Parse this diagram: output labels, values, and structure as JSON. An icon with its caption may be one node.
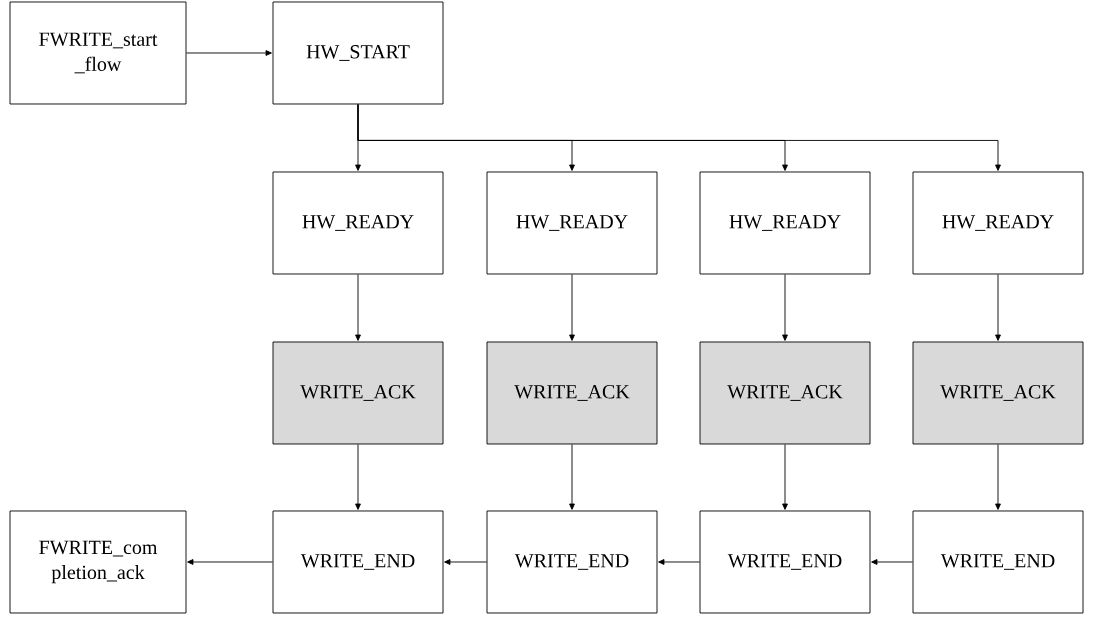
{
  "diagram": {
    "nodes": [
      {
        "text": [
          "FWRITE_start _flow"
        ]
      },
      {
        "text": [
          "HW_START"
        ]
      },
      {
        "text": [
          "HW_READY"
        ]
      },
      {
        "text": [
          "HW_READY"
        ]
      },
      {
        "text": [
          "HW_READY"
        ]
      },
      {
        "text": [
          "HW_READY"
        ]
      },
      {
        "text": [
          "WRITE_ACK"
        ]
      },
      {
        "text": [
          "WRITE_ACK"
        ]
      },
      {
        "text": [
          "WRITE_ACK"
        ]
      },
      {
        "text": [
          "WRITE_ACK"
        ]
      },
      {
        "text": [
          "FWRITE_com pletion_ack"
        ]
      },
      {
        "text": [
          "WRITE_END"
        ]
      },
      {
        "text": [
          "WRITE_END"
        ]
      },
      {
        "text": [
          "WRITE_END"
        ]
      },
      {
        "text": [
          "WRITE_END"
        ]
      }
    ],
    "edges": [
      {
        "from": 0,
        "to": 1,
        "arrow": "to"
      },
      {
        "from": 1,
        "to": 2,
        "arrow": "to"
      },
      {
        "from": 1,
        "to": 3,
        "arrow": "to"
      },
      {
        "from": 1,
        "to": 4,
        "arrow": "to"
      },
      {
        "from": 1,
        "to": 5,
        "arrow": "to"
      },
      {
        "from": 2,
        "to": 6,
        "arrow": "to"
      },
      {
        "from": 3,
        "to": 7,
        "arrow": "to"
      },
      {
        "from": 4,
        "to": 8,
        "arrow": "to"
      },
      {
        "from": 5,
        "to": 9,
        "arrow": "to"
      },
      {
        "from": 6,
        "to": 11,
        "arrow": "to"
      },
      {
        "from": 7,
        "to": 12,
        "arrow": "to"
      },
      {
        "from": 8,
        "to": 13,
        "arrow": "to"
      },
      {
        "from": 9,
        "to": 14,
        "arrow": "to"
      },
      {
        "from": 11,
        "to": 10,
        "arrow": "to"
      },
      {
        "from": 12,
        "to": 11,
        "arrow": "to"
      },
      {
        "from": 13,
        "to": 12,
        "arrow": "to"
      },
      {
        "from": 14,
        "to": 13,
        "arrow": "to"
      }
    ]
  }
}
